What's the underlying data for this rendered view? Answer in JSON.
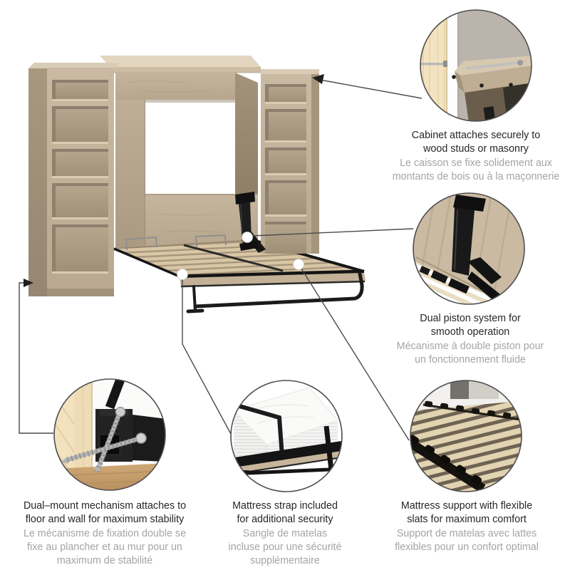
{
  "illustration_alt": "Murphy wall bed with two open bookcase towers, bed folded down, with five zoom detail circles",
  "colors": {
    "background": "#ffffff",
    "caption_primary": "#262626",
    "caption_secondary": "#a5a4a2",
    "leader_line": "#4a4a4a",
    "wood_front": "#c3b29a",
    "wood_dark": "#9f8f77",
    "slat_wood": "#d8c6a5",
    "metal_black": "#1a1a1a",
    "circle_border": "#4f4f4f"
  },
  "callouts": [
    {
      "id": "cabinet-mount",
      "en": "Cabinet attaches securely to\nwood studs or masonry",
      "fr": "Le caisson se fixe solidement aux\nmontants de bois ou à la maçonnerie"
    },
    {
      "id": "dual-piston",
      "en": "Dual piston system for\nsmooth operation",
      "fr": "Mécanisme à double piston pour\nun fonctionnement fluide"
    },
    {
      "id": "dual-mount",
      "en": "Dual–mount mechanism attaches to\nfloor and wall for maximum stability",
      "fr": "Le mécanisme de fixation double se\nfixe au plancher et au mur pour un\nmaximum de stabilité"
    },
    {
      "id": "mattress-strap",
      "en": "Mattress strap included\nfor additional security",
      "fr": "Sangle de matelas\nincluse pour une sécurité\nsupplémentaire"
    },
    {
      "id": "flexible-slats",
      "en": "Mattress support with flexible\nslats for maximum comfort",
      "fr": "Support de matelas avec lattes\nflexibles pour un confort optimal"
    }
  ]
}
